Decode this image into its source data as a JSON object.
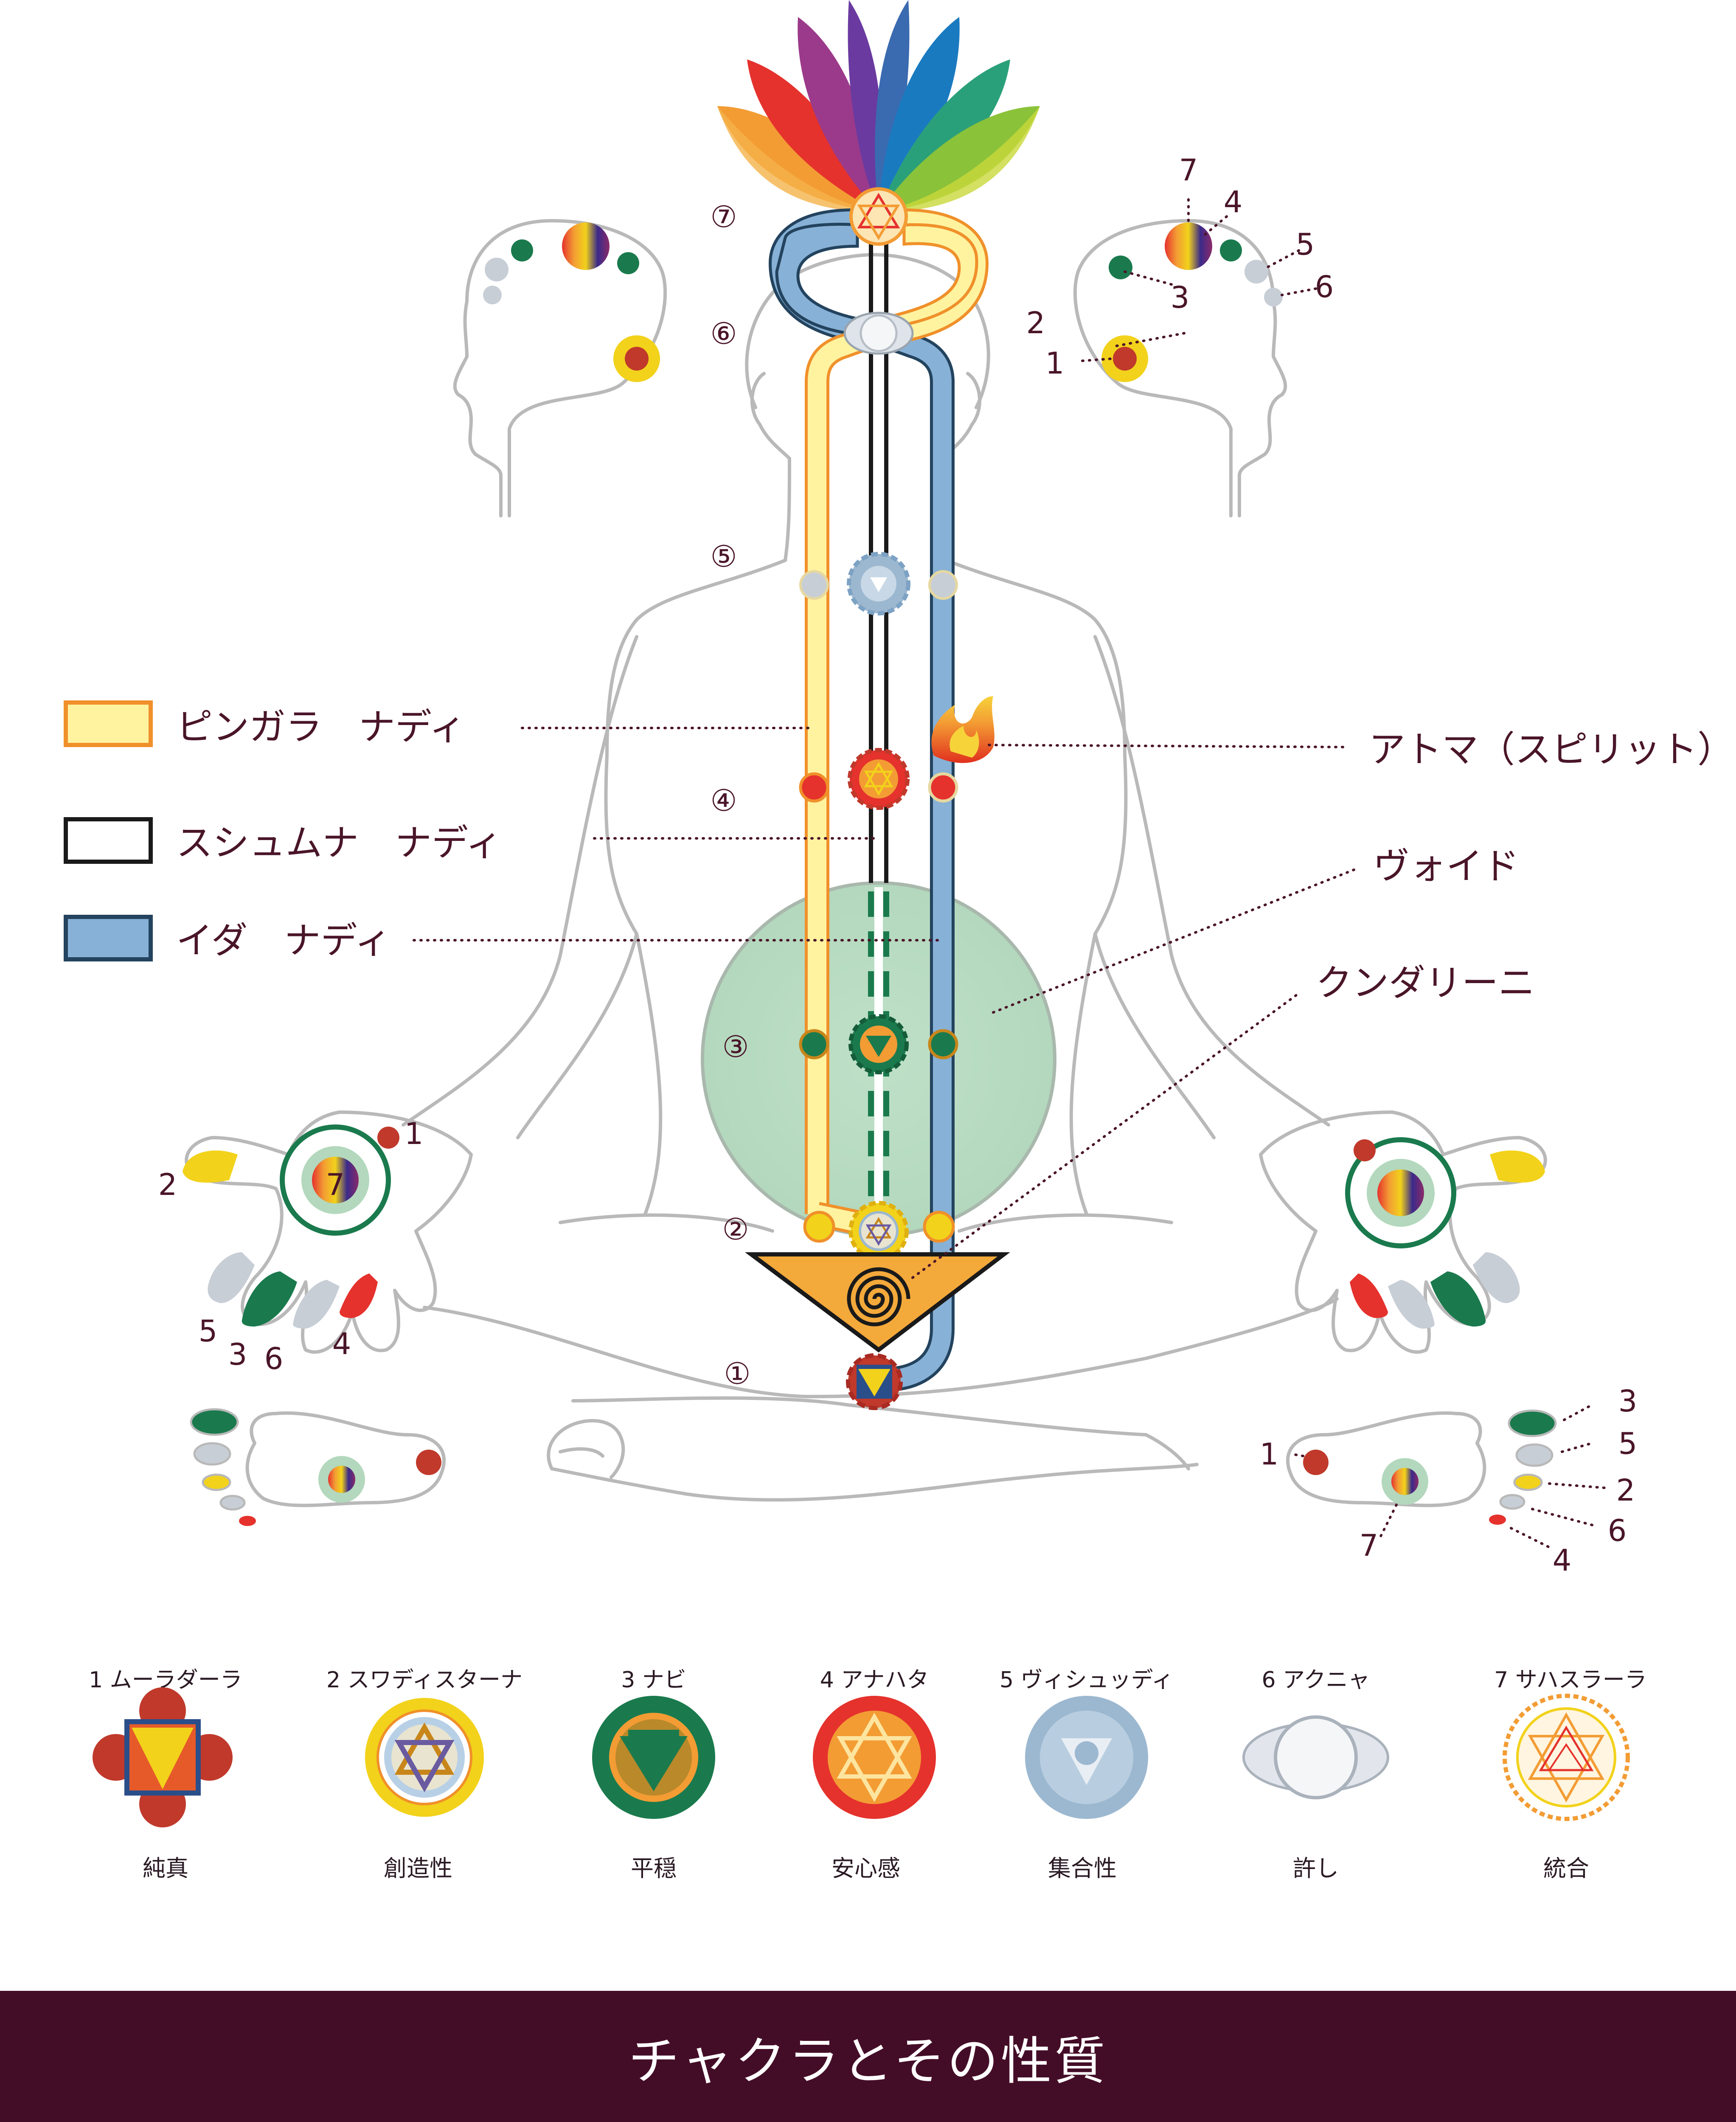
{
  "legend": [
    {
      "label": "ピンガラ　ナディ",
      "color": "#fff3a0",
      "border": "#f0902a"
    },
    {
      "label": "スシュムナ　ナディ",
      "color": "#ffffff",
      "border": "#1a1a1a"
    },
    {
      "label": "イダ　ナディ",
      "color": "#87b1d6",
      "border": "#23435e"
    }
  ],
  "callouts": {
    "atma": "アトマ（スピリット）",
    "void": "ヴォイド",
    "kundalini": "クンダリーニ"
  },
  "spine_numbers": [
    "⑦",
    "⑥",
    "⑤",
    "④",
    "③",
    "②",
    "①"
  ],
  "head_numbers": [
    "7",
    "4",
    "5",
    "6",
    "3",
    "2",
    "1"
  ],
  "left_hand_numbers": [
    "1",
    "2",
    "7",
    "5",
    "3",
    "6",
    "4"
  ],
  "right_foot_numbers": [
    "1",
    "3",
    "5",
    "2",
    "6",
    "4",
    "7"
  ],
  "chakras": [
    {
      "name": "1 ムーラダーラ",
      "quality": "純真",
      "color": "#c0392b"
    },
    {
      "name": "2 スワディスターナ",
      "quality": "創造性",
      "color": "#f2d21b"
    },
    {
      "name": "3 ナビ",
      "quality": "平穏",
      "color": "#1d7a4d"
    },
    {
      "name": "4 アナハタ",
      "quality": "安心感",
      "color": "#e52d2d"
    },
    {
      "name": "5 ヴィシュッディ",
      "quality": "集合性",
      "color": "#9cb8d0"
    },
    {
      "name": "6 アクニャ",
      "quality": "許し",
      "color": "#c8ced6"
    },
    {
      "name": "7 サハスラーラ",
      "quality": "統合",
      "color": "#f39c34"
    }
  ],
  "footer": {
    "title": "チャクラとその性質"
  }
}
